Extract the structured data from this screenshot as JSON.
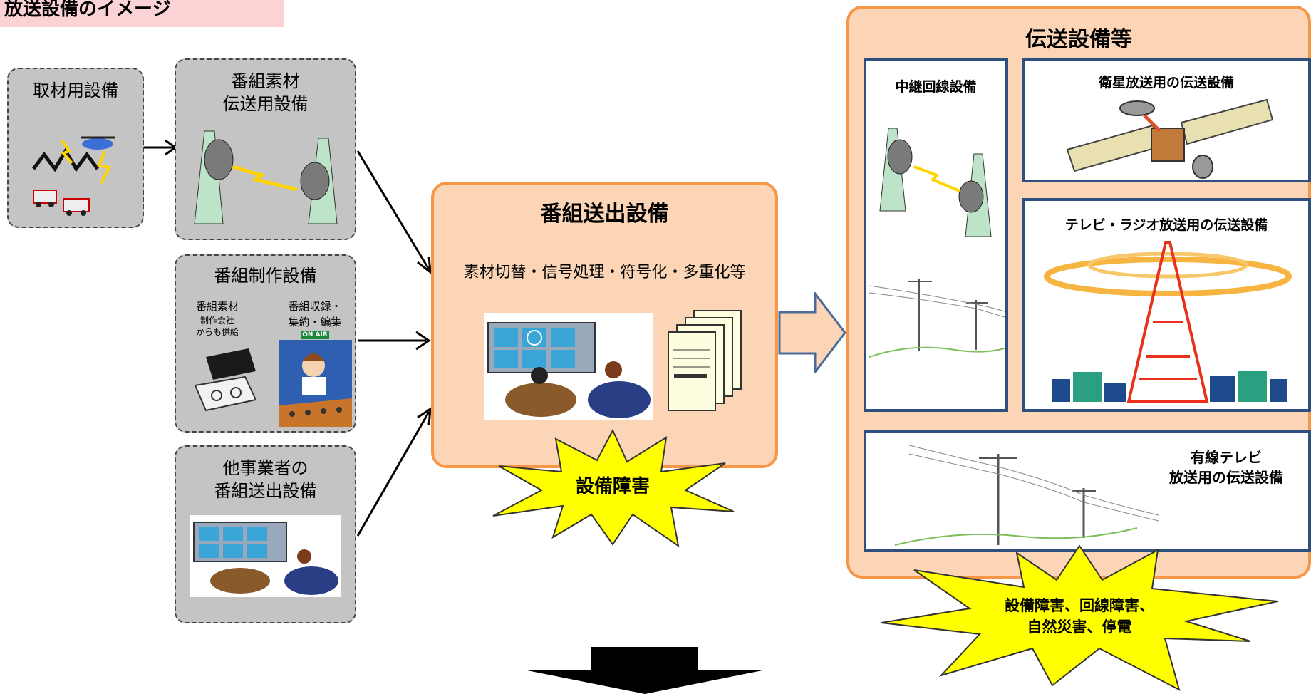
{
  "page_title": "放送設備のイメージ",
  "left": {
    "shuzai": "取材用設備",
    "sozai_line1": "番組素材",
    "sozai_line2": "伝送用設備",
    "seisaku_title": "番組制作設備",
    "seisaku_left_line1": "番組素材",
    "seisaku_left_small1": "制作会社",
    "seisaku_left_small2": "からも供給",
    "seisaku_right_line1": "番組収録・",
    "seisaku_right_line2": "集約・編集",
    "on_air": "ON AIR",
    "other_line1": "他事業者の",
    "other_line2": "番組送出設備"
  },
  "center": {
    "title": "番組送出設備",
    "subtitle": "素材切替・信号処理・符号化・多重化等",
    "burst": "設備障害"
  },
  "right": {
    "title": "伝送設備等",
    "chukei": "中継回線設備",
    "eisei": "衛星放送用の伝送設備",
    "tv_radio": "テレビ・ラジオ放送用の伝送設備",
    "cable_line1": "有線テレビ",
    "cable_line2": "放送用の伝送設備",
    "burst_line1": "設備障害、回線障害、",
    "burst_line2": "自然災害、停電"
  },
  "colors": {
    "orange_fill": "#fbd5b5",
    "orange_border": "#f79646",
    "gray_box": "#c4c4c4",
    "burst_fill": "#ffff00",
    "navy_border": "#2f4f7f"
  }
}
